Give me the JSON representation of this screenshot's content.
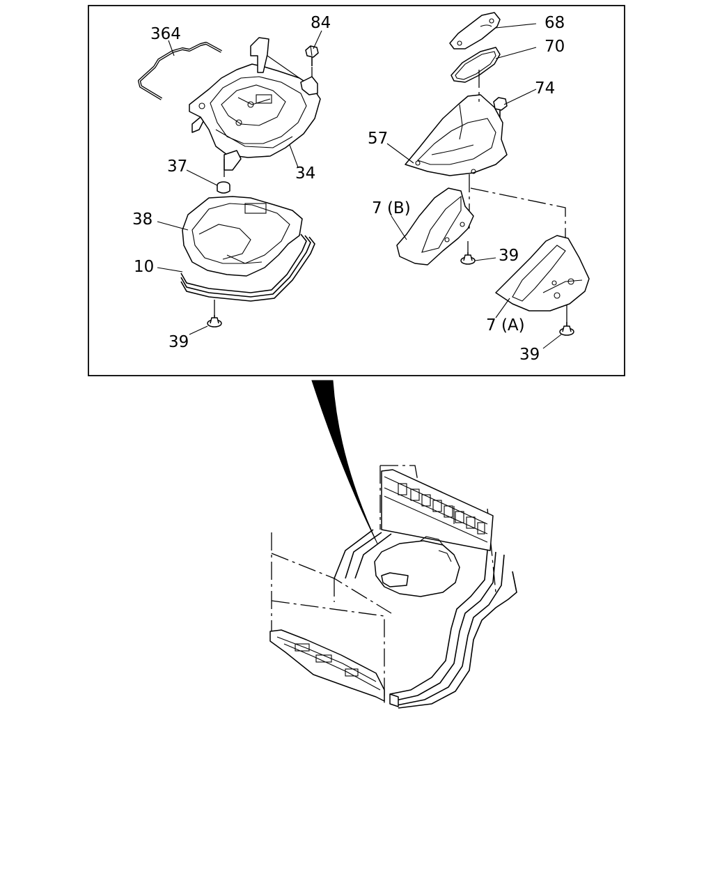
{
  "callouts": {
    "c364": "364",
    "c84": "84",
    "c68": "68",
    "c70": "70",
    "c74": "74",
    "c57": "57",
    "c37": "37",
    "c34": "34",
    "c38": "38",
    "c7b": "7 (B)",
    "c39_mid": "39",
    "c10": "10",
    "c7a": "7 (A)",
    "c39_left": "39",
    "c39_right": "39"
  }
}
